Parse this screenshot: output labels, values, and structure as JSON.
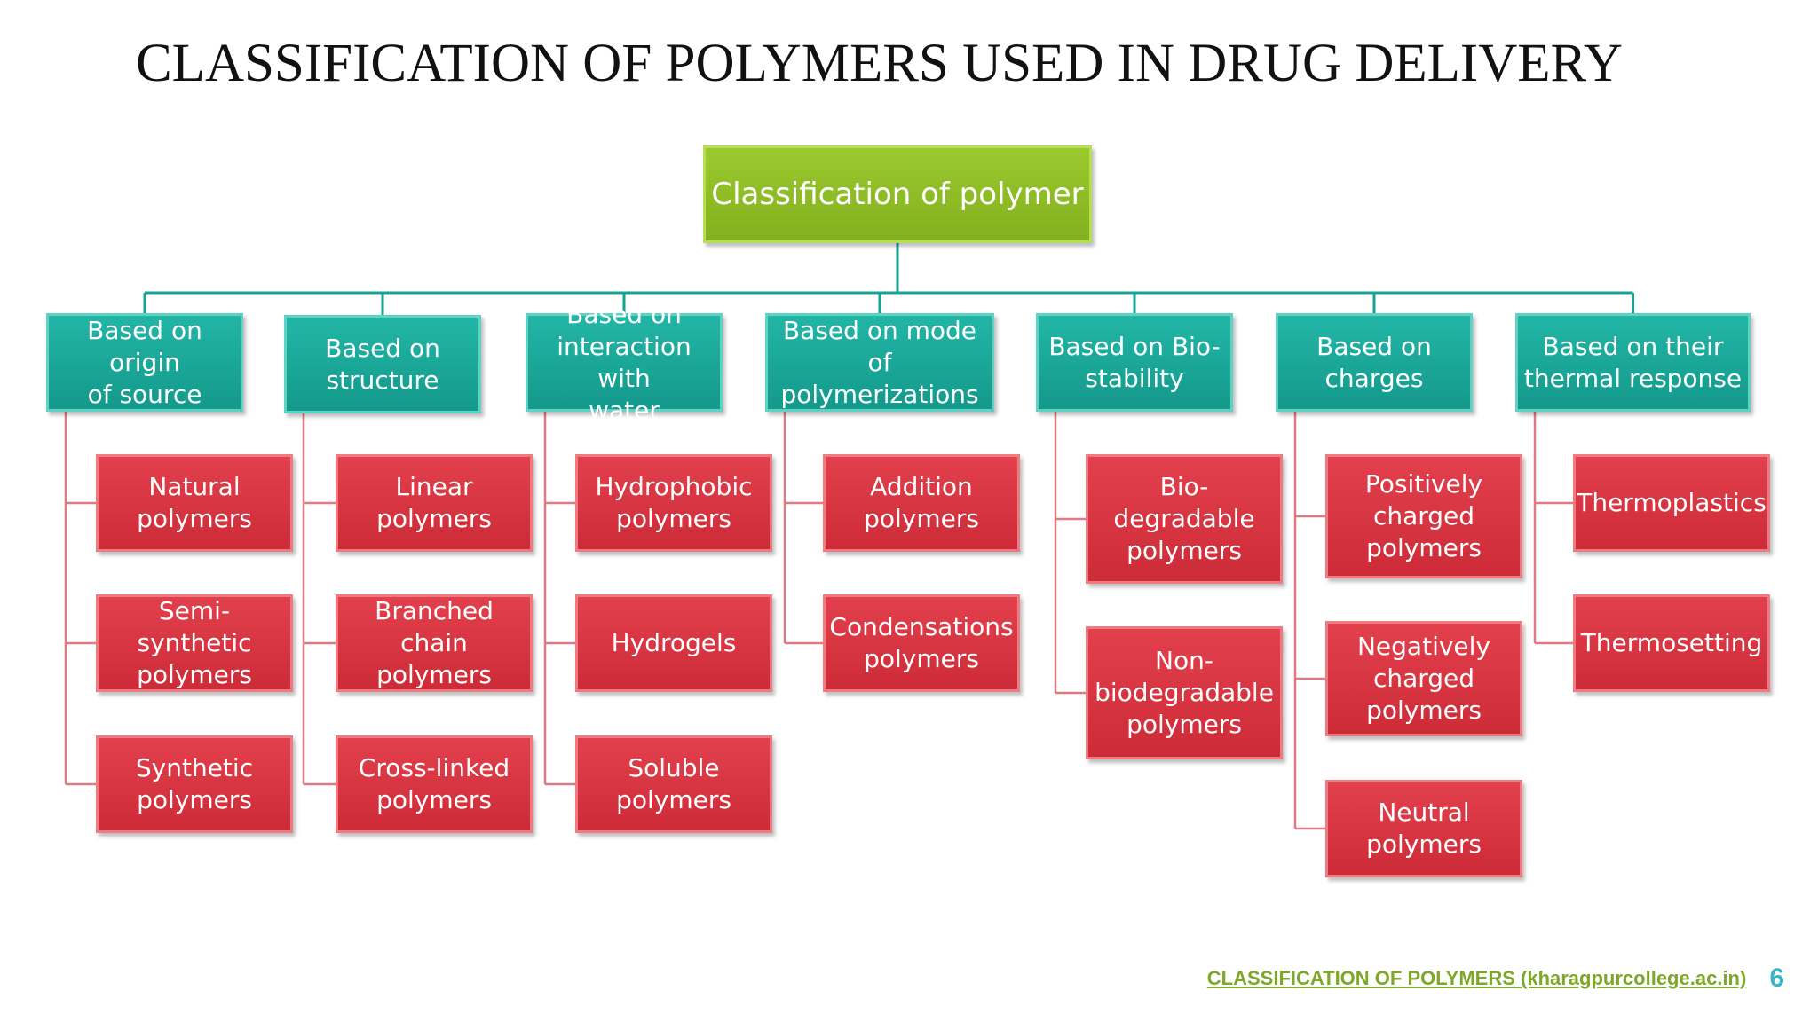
{
  "slide": {
    "title": "CLASSIFICATION OF POLYMERS USED IN DRUG DELIVERY",
    "footer_link": "CLASSIFICATION OF POLYMERS (kharagpurcollege.ac.in)",
    "page_number": "6"
  },
  "tree": {
    "root": "Classification of polymer",
    "categories": [
      {
        "label": "Based on origin\nof source",
        "children": [
          "Natural\npolymers",
          "Semi-synthetic\npolymers",
          "Synthetic\npolymers"
        ]
      },
      {
        "label": "Based on\nstructure",
        "children": [
          "Linear polymers",
          "Branched chain\npolymers",
          "Cross-linked\npolymers"
        ]
      },
      {
        "label": "Based on\ninteraction with\nwater",
        "children": [
          "Hydrophobic\npolymers",
          "Hydrogels",
          "Soluble\npolymers"
        ]
      },
      {
        "label": "Based on mode of\npolymerizations",
        "children": [
          "Addition\npolymers",
          "Condensations\npolymers"
        ]
      },
      {
        "label": "Based on Bio-\nstability",
        "children": [
          "Bio-degradable\npolymers",
          "Non-\nbiodegradable\npolymers"
        ]
      },
      {
        "label": "Based on\ncharges",
        "children": [
          "Positively\ncharged\npolymers",
          "Negatively\ncharged\npolymers",
          "Neutral\npolymers"
        ]
      },
      {
        "label": "Based on their\nthermal response",
        "children": [
          "Thermoplastics",
          "Thermosetting"
        ]
      }
    ]
  },
  "colors": {
    "root": "#8dbb24",
    "category": "#1aa898",
    "leaf": "#d63541",
    "connector_main": "#15a394",
    "connector_leaf": "#e07a82"
  }
}
